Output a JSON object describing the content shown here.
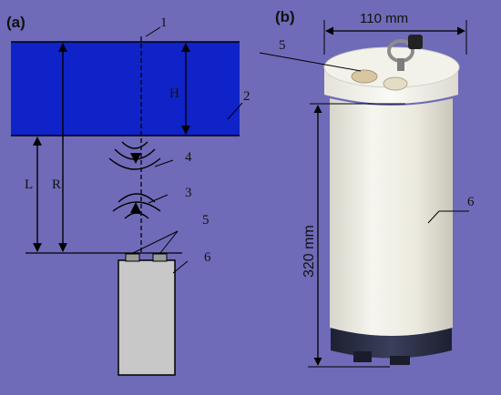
{
  "panels": {
    "a": {
      "label": "(a)"
    },
    "b": {
      "label": "(b)"
    }
  },
  "schematic": {
    "labels": {
      "n1": "1",
      "n2": "2",
      "n3": "3",
      "n4": "4",
      "n5": "5",
      "n6": "6",
      "H": "H",
      "L": "L",
      "R": "R"
    }
  },
  "photo": {
    "labels": {
      "n5": "5",
      "n6": "6"
    },
    "dimensions": {
      "width": "110 mm",
      "height": "320 mm"
    }
  },
  "colors": {
    "background": "#6f6bb8",
    "ice_layer": "#0f23c8",
    "device_body": "#c8c8c8",
    "cylinder_body": "#efeee6",
    "cylinder_base": "#2b2f45"
  }
}
